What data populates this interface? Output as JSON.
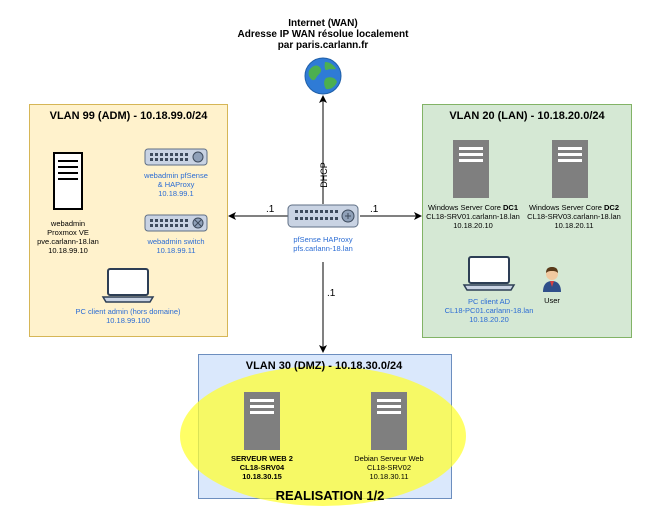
{
  "internet": {
    "line1": "Internet (WAN)",
    "line2": "Adresse IP WAN résolue localement",
    "line3": "par paris.carlann.fr",
    "icon": "globe-icon"
  },
  "links": {
    "dhcp": "DHCP",
    "left_label": ".1",
    "right_label": ".1",
    "down_label": ".1"
  },
  "router": {
    "icon": "router-icon",
    "line1": "pfSense HAProxy",
    "line2": "pfs.carlann-18.lan"
  },
  "vlan99": {
    "title": "VLAN 99 (ADM) - 10.18.99.0/24",
    "fill": "#fff2cc",
    "server": {
      "icon": "server-icon",
      "line1": "webadmin",
      "line2": "Proxmox VE",
      "line3": "pve.carlann-18.lan",
      "line4": "10.18.99.10"
    },
    "pfsense_admin": {
      "icon": "router-icon",
      "line1": "webadmin pfSense",
      "line2": "& HAProxy",
      "line3": "10.18.99.1"
    },
    "switch_admin": {
      "icon": "switch-icon",
      "line1": "webadmin switch",
      "line2": "10.18.99.11"
    },
    "pc_admin": {
      "icon": "laptop-icon",
      "line1": "PC client admin (hors domaine)",
      "line2": "10.18.99.100"
    }
  },
  "vlan20": {
    "title": "VLAN 20 (LAN) - 10.18.20.0/24",
    "fill": "#d5e8d4",
    "dc1": {
      "icon": "server-icon",
      "prefix": "Windows Server Core ",
      "bold": "DC1",
      "line2": "CL18-SRV01.carlann-18.lan",
      "line3": "10.18.20.10"
    },
    "dc2": {
      "icon": "server-icon",
      "prefix": "Windows Server Core ",
      "bold": "DC2",
      "line2": "CL18-SRV03.carlann-18.lan",
      "line3": "10.18.20.11"
    },
    "pc_ad": {
      "icon": "laptop-icon",
      "line1": "PC client AD",
      "line2": "CL18-PC01.carlann-18.lan",
      "line3": "10.18.20.20"
    },
    "user": {
      "icon": "user-icon",
      "label": "User"
    }
  },
  "vlan30": {
    "title": "VLAN 30 (DMZ) - 10.18.30.0/24",
    "fill": "#dae8fc",
    "highlight": "#ffff33",
    "web2": {
      "icon": "server-icon",
      "line1": "SERVEUR WEB 2",
      "line2": "CL18-SRV04",
      "line3": "10.18.30.15"
    },
    "debian": {
      "icon": "server-icon",
      "line1": "Debian Serveur Web",
      "line2": "CL18-SRV02",
      "line3": "10.18.30.11"
    },
    "realisation": "REALISATION 1/2"
  }
}
